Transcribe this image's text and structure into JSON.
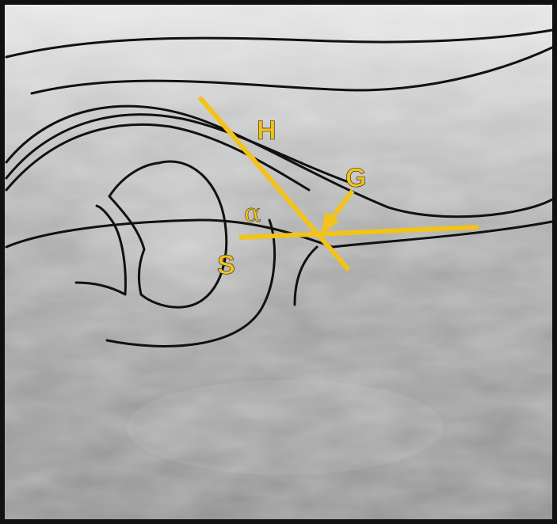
{
  "figure": {
    "labels": {
      "h": "H",
      "g": "G",
      "s": "S",
      "alpha": "α"
    },
    "colors": {
      "annotation": "#f2c318",
      "outline": "#111111",
      "frame": "#111111"
    }
  }
}
